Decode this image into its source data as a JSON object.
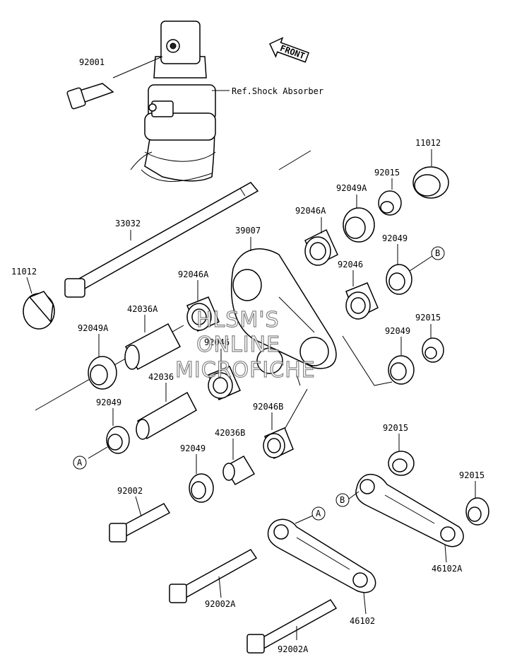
{
  "labels": {
    "p92001": "92001",
    "ref_shock": "Ref.Shock Absorber",
    "front": "FRONT",
    "p11012_top": "11012",
    "p92015_a": "92015",
    "p92049A_top": "92049A",
    "p92046A_top": "92046A",
    "p39007": "39007",
    "p33032": "33032",
    "p92049_b": "92049",
    "p92046_right": "92046",
    "p11012_left": "11012",
    "p92046A_mid": "92046A",
    "p42036A": "42036A",
    "p92015_b": "92015",
    "p92049A_left": "92049A",
    "p92046_mid": "92046",
    "p92049_right": "92049",
    "p42036": "42036",
    "p92049_left": "92049",
    "p92046B": "92046B",
    "p42036B": "42036B",
    "p92049_low": "92049",
    "p92015_c": "92015",
    "p92015_d": "92015",
    "p92002": "92002",
    "p92002A_a": "92002A",
    "p46102A": "46102A",
    "p46102": "46102",
    "p92002A_b": "92002A"
  },
  "markers": {
    "a_left": "A",
    "b_right": "B",
    "a_low": "A",
    "b_low": "B"
  },
  "watermark": {
    "line1": "HLSM'S",
    "line2": "ONLINE",
    "line3": "MICROFICHE"
  }
}
